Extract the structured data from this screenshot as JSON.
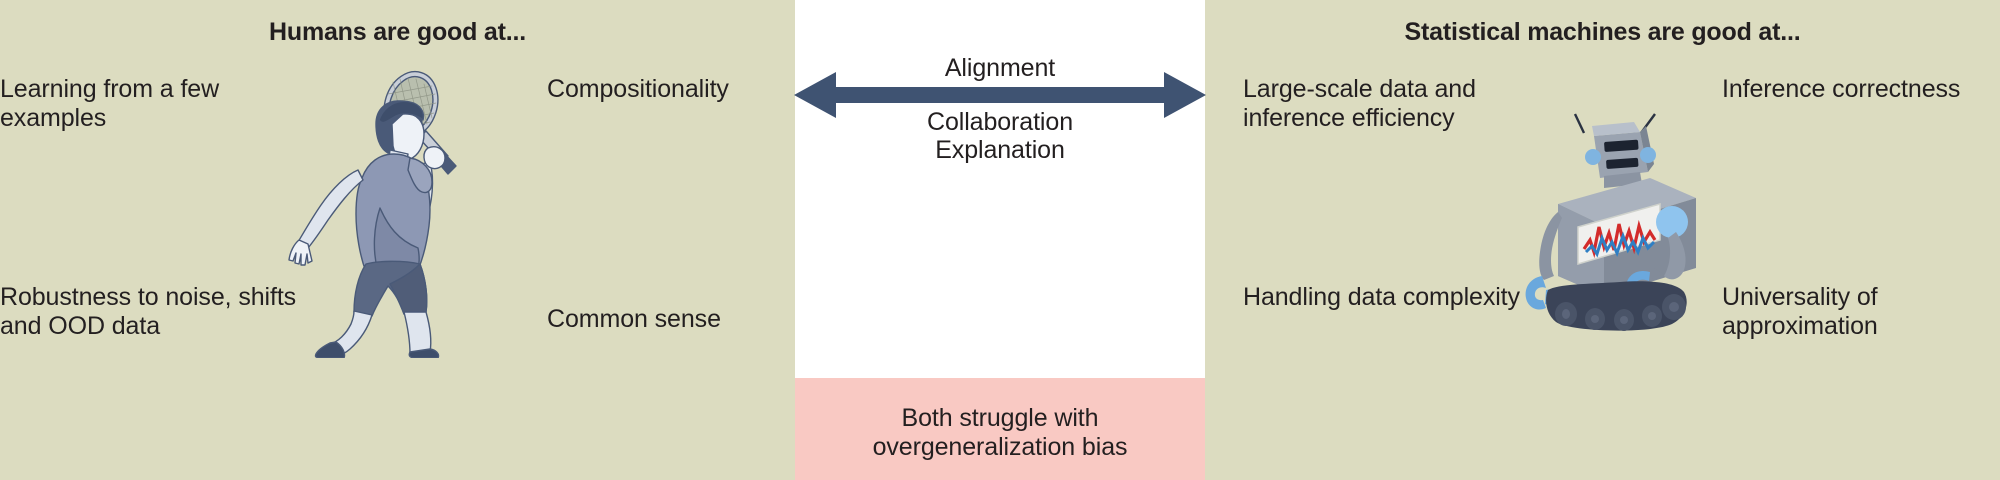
{
  "figure": {
    "background_color": "#dcdcc0",
    "center_panel_color": "#ffffff",
    "shared_box_color": "#f9c9c3",
    "arrow_color": "#3f5372",
    "text_color": "#231f20"
  },
  "humans": {
    "heading": "Humans are good at...",
    "capabilities": {
      "top_left": "Learning from a few examples",
      "top_right": "Compositionality",
      "bottom_left": "Robustness to noise, shifts and OOD data",
      "bottom_right": "Common sense"
    },
    "illustration": "tennis-player-illustration"
  },
  "machines": {
    "heading": "Statistical machines are good at...",
    "capabilities": {
      "top_left": "Large-scale data and inference efficiency",
      "top_right": "Inference correctness",
      "bottom_left": "Handling data complexity",
      "bottom_right": "Universality of approximation"
    },
    "illustration": "robot-illustration"
  },
  "center": {
    "arrow": "double-headed-arrow",
    "above_arrow": "Alignment",
    "below_arrow_line1": "Collaboration",
    "below_arrow_line2": "Explanation",
    "shared_challenge_line1": "Both struggle with",
    "shared_challenge_line2": "overgeneralization bias"
  }
}
